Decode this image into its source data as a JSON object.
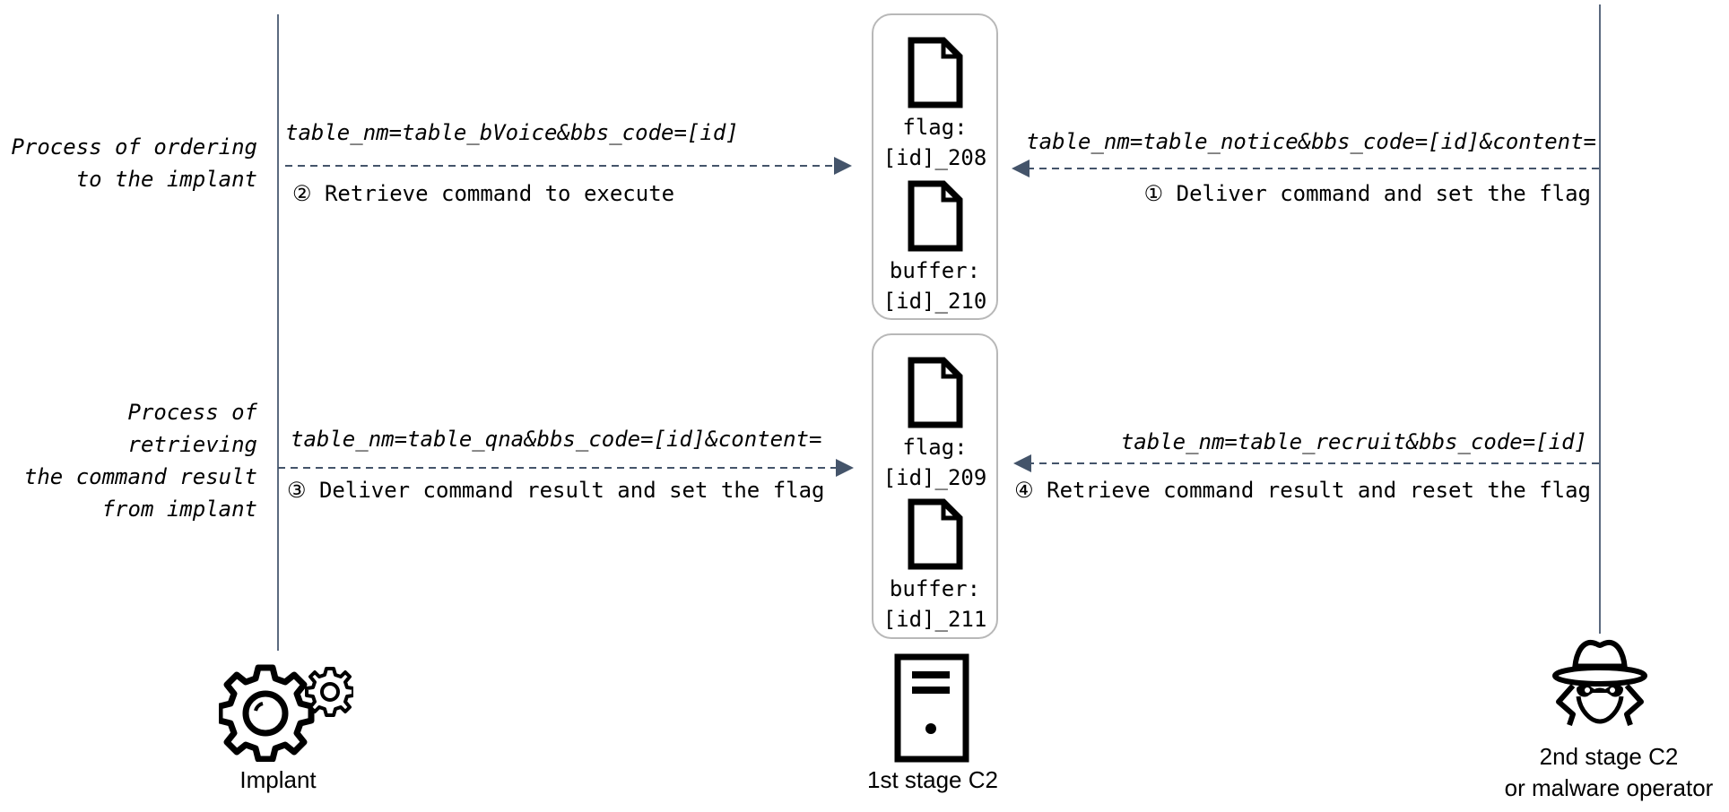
{
  "actors": {
    "implant": {
      "label": "Implant",
      "icon": "gears-icon"
    },
    "c2_first": {
      "label": "1st stage C2",
      "icon": "server-icon"
    },
    "c2_second": {
      "label_line1": "2nd stage C2",
      "label_line2": "or malware operator",
      "icon": "spy-icon"
    }
  },
  "processes": [
    {
      "label": "Process of ordering\nto the implant"
    },
    {
      "label": "Process of\nretrieving\nthe command result\nfrom implant"
    }
  ],
  "stores": [
    {
      "flag_label": "flag:",
      "flag_id": "[id]_208",
      "buffer_label": "buffer:",
      "buffer_id": "[id]_210"
    },
    {
      "flag_label": "flag:",
      "flag_id": "[id]_209",
      "buffer_label": "buffer:",
      "buffer_id": "[id]_211"
    }
  ],
  "messages": [
    {
      "step": "① Deliver command and set the flag",
      "params": "table_nm=table_notice&bbs_code=[id]&content=",
      "direction": "from 2nd stage C2 to 1st stage C2"
    },
    {
      "step": "② Retrieve command to execute",
      "params": "table_nm=table_bVoice&bbs_code=[id]",
      "direction": "from implant to 1st stage C2"
    },
    {
      "step": "③ Deliver command result and set the flag",
      "params": "table_nm=table_qna&bbs_code=[id]&content=",
      "direction": "from implant to 1st stage C2"
    },
    {
      "step": "④ Retrieve command result and reset the flag",
      "params": "table_nm=table_recruit&bbs_code=[id]",
      "direction": "from 2nd stage C2 to 1st stage C2"
    }
  ],
  "colors": {
    "lifeline": "#5b6a7f",
    "arrow": "#44546a",
    "box_border": "#b8b8b8"
  }
}
